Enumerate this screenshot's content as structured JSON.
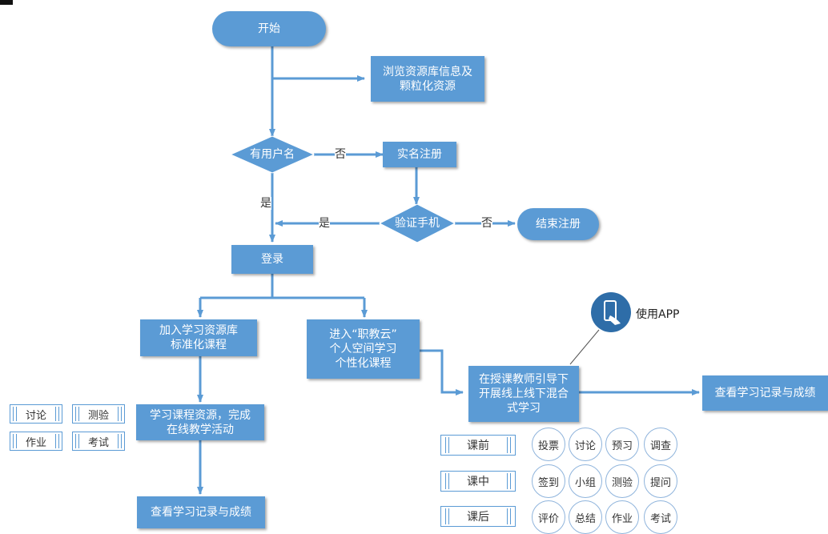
{
  "flow": {
    "start": "开始",
    "browse": [
      "浏览资源库信息及",
      "颗粒化资源"
    ],
    "has_username": "有用户名",
    "no_label_1": "否",
    "real_name_register": "实名注册",
    "yes_label_1": "是",
    "verify_phone": "验证手机",
    "yes_label_2": "是",
    "no_label_2": "否",
    "end_register": "结束注册",
    "login": "登录",
    "join_library": [
      "加入学习资源库",
      "标准化课程"
    ],
    "enter_cloud": [
      "进入“职教云”",
      "个人空间学习",
      "个性化课程"
    ],
    "learn_course": [
      "学习课程资源，完成",
      "在线教学活动"
    ],
    "view_records_left": "查看学习记录与成绩",
    "blended": [
      "在授课教师引导下",
      "开展线上线下混合",
      "式学习"
    ],
    "view_records_right": "查看学习记录与成绩",
    "use_app": "使用APP"
  },
  "activity_tags": [
    "讨论",
    "测验",
    "作业",
    "考试"
  ],
  "phases": [
    {
      "name": "课前",
      "items": [
        "投票",
        "讨论",
        "预习",
        "调查"
      ]
    },
    {
      "name": "课中",
      "items": [
        "签到",
        "小组",
        "测验",
        "提问"
      ]
    },
    {
      "name": "课后",
      "items": [
        "评价",
        "总结",
        "作业",
        "考试"
      ]
    }
  ],
  "colors": {
    "node_fill": "#5b9bd5",
    "line": "#5b9bd5",
    "app_icon": "#2e6da8",
    "circle_border": "#8fb4dc"
  },
  "icons": {
    "app": "phone-hand-icon"
  }
}
